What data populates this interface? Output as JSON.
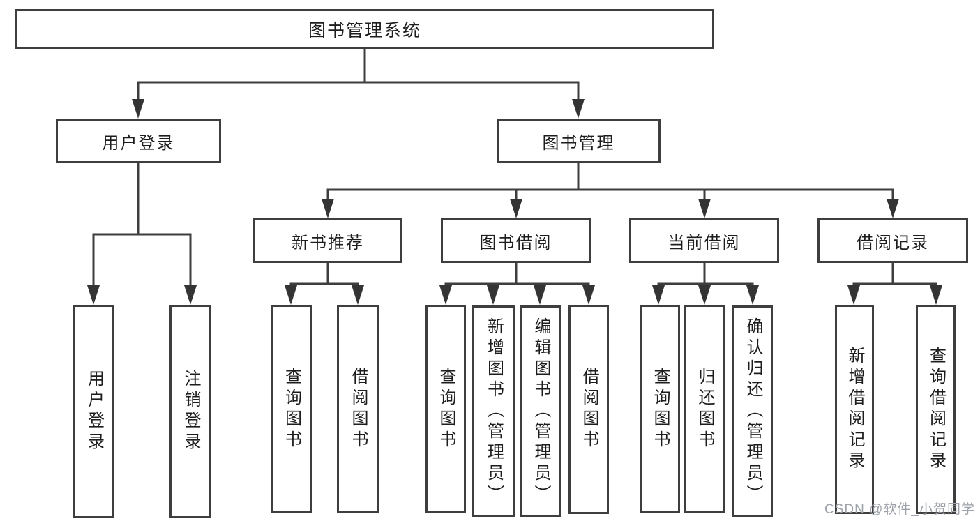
{
  "page": {
    "background": "#ffffff",
    "line_color": "#3e3e3e",
    "box_border_color": "#3e3e3e",
    "text_color": "#1d1d1d",
    "watermark_color": "#9da1a9"
  },
  "nodes": {
    "root": {
      "label": "图书管理系统"
    },
    "user_login": {
      "label": "用户登录"
    },
    "book_mgmt": {
      "label": "图书管理"
    },
    "new_books": {
      "label": "新书推荐"
    },
    "book_borrow": {
      "label": "图书借阅"
    },
    "current_borrow": {
      "label": "当前借阅"
    },
    "borrow_records": {
      "label": "借阅记录"
    },
    "leaves": {
      "user_login_children": [
        "用户登录",
        "注销登录"
      ],
      "new_books_children": [
        "查询图书",
        "借阅图书"
      ],
      "book_borrow_children": [
        "查询图书",
        "新增图书（管理员）",
        "编辑图书（管理员）",
        "借阅图书"
      ],
      "current_borrow_children": [
        "查询图书",
        "归还图书",
        "确认归还（管理员）"
      ],
      "borrow_records_children": [
        "新增借阅记录",
        "查询借阅记录"
      ]
    }
  },
  "structure": {
    "图书管理系统": [
      "用户登录",
      "图书管理"
    ],
    "用户登录": [
      "用户登录",
      "注销登录"
    ],
    "图书管理": [
      "新书推荐",
      "图书借阅",
      "当前借阅",
      "借阅记录"
    ],
    "新书推荐": [
      "查询图书",
      "借阅图书"
    ],
    "图书借阅": [
      "查询图书",
      "新增图书（管理员）",
      "编辑图书（管理员）",
      "借阅图书"
    ],
    "当前借阅": [
      "查询图书",
      "归还图书",
      "确认归还（管理员）"
    ],
    "借阅记录": [
      "新增借阅记录",
      "查询借阅记录"
    ]
  },
  "watermark": {
    "text": "CSDN @软件_小贺同学"
  }
}
